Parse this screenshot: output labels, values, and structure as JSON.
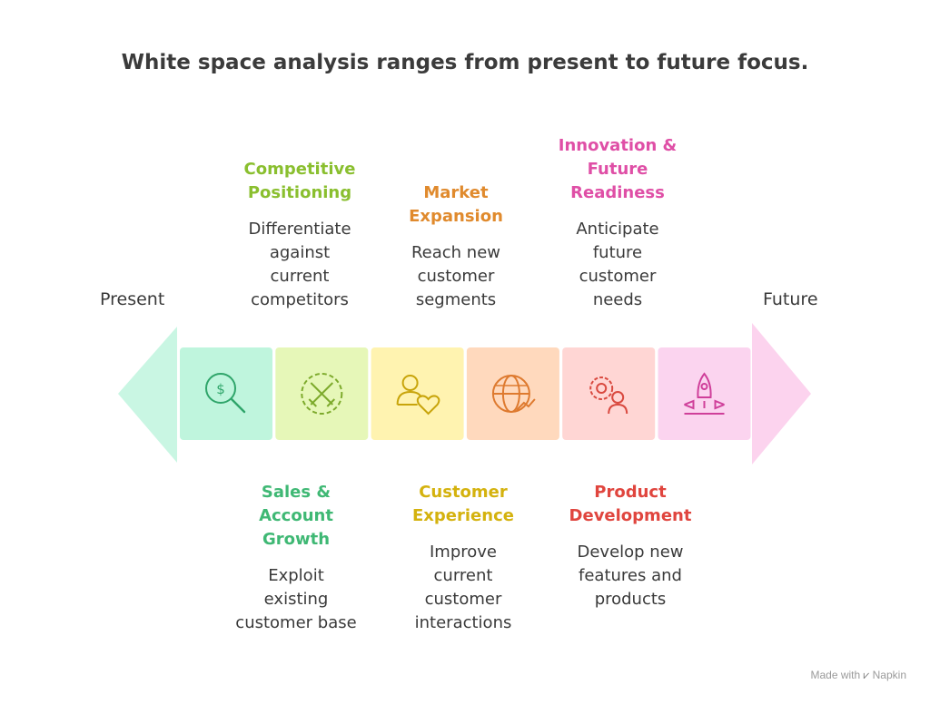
{
  "title": "White space analysis ranges from present to future focus.",
  "axis": {
    "start_label": "Present",
    "end_label": "Future"
  },
  "colors": {
    "segment_fills": [
      "#bff5dd",
      "#e6f7b8",
      "#fff3b0",
      "#ffd9bd",
      "#ffd6d4",
      "#fbd4ef"
    ],
    "icon_strokes": [
      "#2fa56a",
      "#7daa2c",
      "#c8a40a",
      "#de7a2f",
      "#d9493f",
      "#cf3f9a"
    ],
    "left_arrowhead": "#c9f6e3",
    "right_arrowhead": "#fcd3ee"
  },
  "icons": [
    "dollar-search-icon",
    "swords-icon",
    "customer-heart-icon",
    "globe-growth-icon",
    "gear-person-icon",
    "rocket-icon"
  ],
  "stages_top": [
    {
      "heading_lines": [
        "Competitive",
        "Positioning"
      ],
      "desc_lines": [
        "Differentiate",
        "against",
        "current",
        "competitors"
      ],
      "color": "#8abf2f"
    },
    {
      "heading_lines": [
        "Market",
        "Expansion"
      ],
      "desc_lines": [
        "Reach new",
        "customer",
        "segments"
      ],
      "color": "#e08a2d"
    },
    {
      "heading_lines": [
        "Innovation &",
        "Future",
        "Readiness"
      ],
      "desc_lines": [
        "Anticipate",
        "future",
        "customer",
        "needs"
      ],
      "color": "#df4fa6"
    }
  ],
  "stages_bottom": [
    {
      "heading_lines": [
        "Sales &",
        "Account",
        "Growth"
      ],
      "desc_lines": [
        "Exploit",
        "existing",
        "customer base"
      ],
      "color": "#3fb874"
    },
    {
      "heading_lines": [
        "Customer",
        "Experience"
      ],
      "desc_lines": [
        "Improve",
        "current",
        "customer",
        "interactions"
      ],
      "color": "#d4b20e"
    },
    {
      "heading_lines": [
        "Product",
        "Development"
      ],
      "desc_lines": [
        "Develop new",
        "features and",
        "products"
      ],
      "color": "#e0453e"
    }
  ],
  "footer": {
    "made_with": "Made with",
    "brand": "Napkin"
  }
}
